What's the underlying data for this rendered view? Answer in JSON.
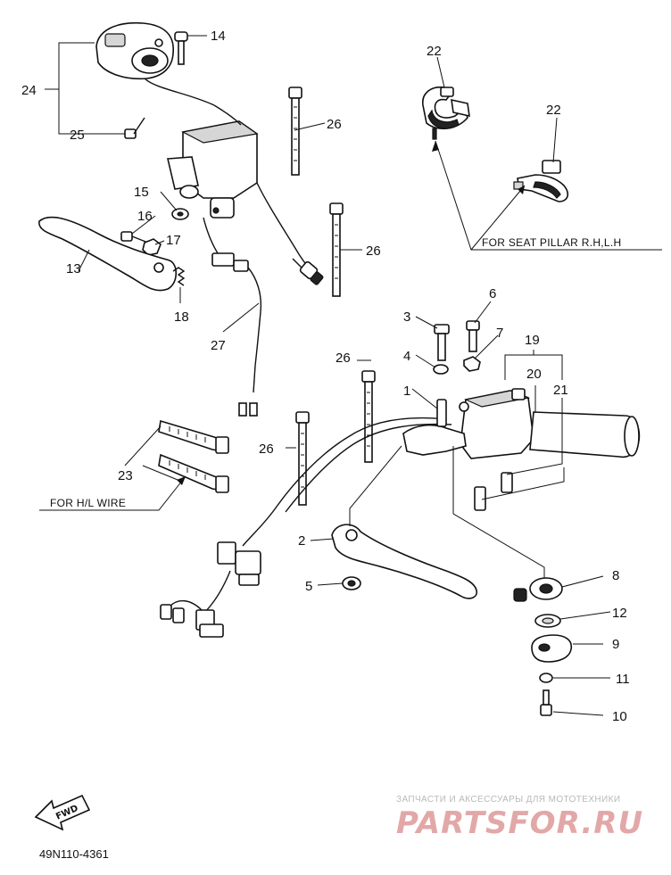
{
  "diagram": {
    "part_labels": {
      "p1": "1",
      "p2": "2",
      "p3": "3",
      "p4": "4",
      "p5": "5",
      "p6": "6",
      "p7": "7",
      "p8": "8",
      "p9": "9",
      "p10": "10",
      "p11": "11",
      "p12": "12",
      "p13": "13",
      "p14": "14",
      "p15": "15",
      "p16": "16",
      "p17": "17",
      "p18": "18",
      "p19": "19",
      "p20": "20",
      "p21": "21",
      "p22a": "22",
      "p22b": "22",
      "p23": "23",
      "p24": "24",
      "p25": "25",
      "p26a": "26",
      "p26b": "26",
      "p26c": "26",
      "p26d": "26",
      "p27": "27"
    },
    "notes": {
      "seat_pillar": "FOR SEAT PILLAR R.H,L.H",
      "hl_wire": "FOR H/L WIRE"
    },
    "direction_badge": "FWD",
    "drawing_code": "49N110-4361"
  },
  "watermark": {
    "tagline": "ЗАПЧАСТИ И АКСЕССУАРЫ ДЛЯ МОТОТЕХНИКИ",
    "logo": "PARTSFOR.RU"
  }
}
